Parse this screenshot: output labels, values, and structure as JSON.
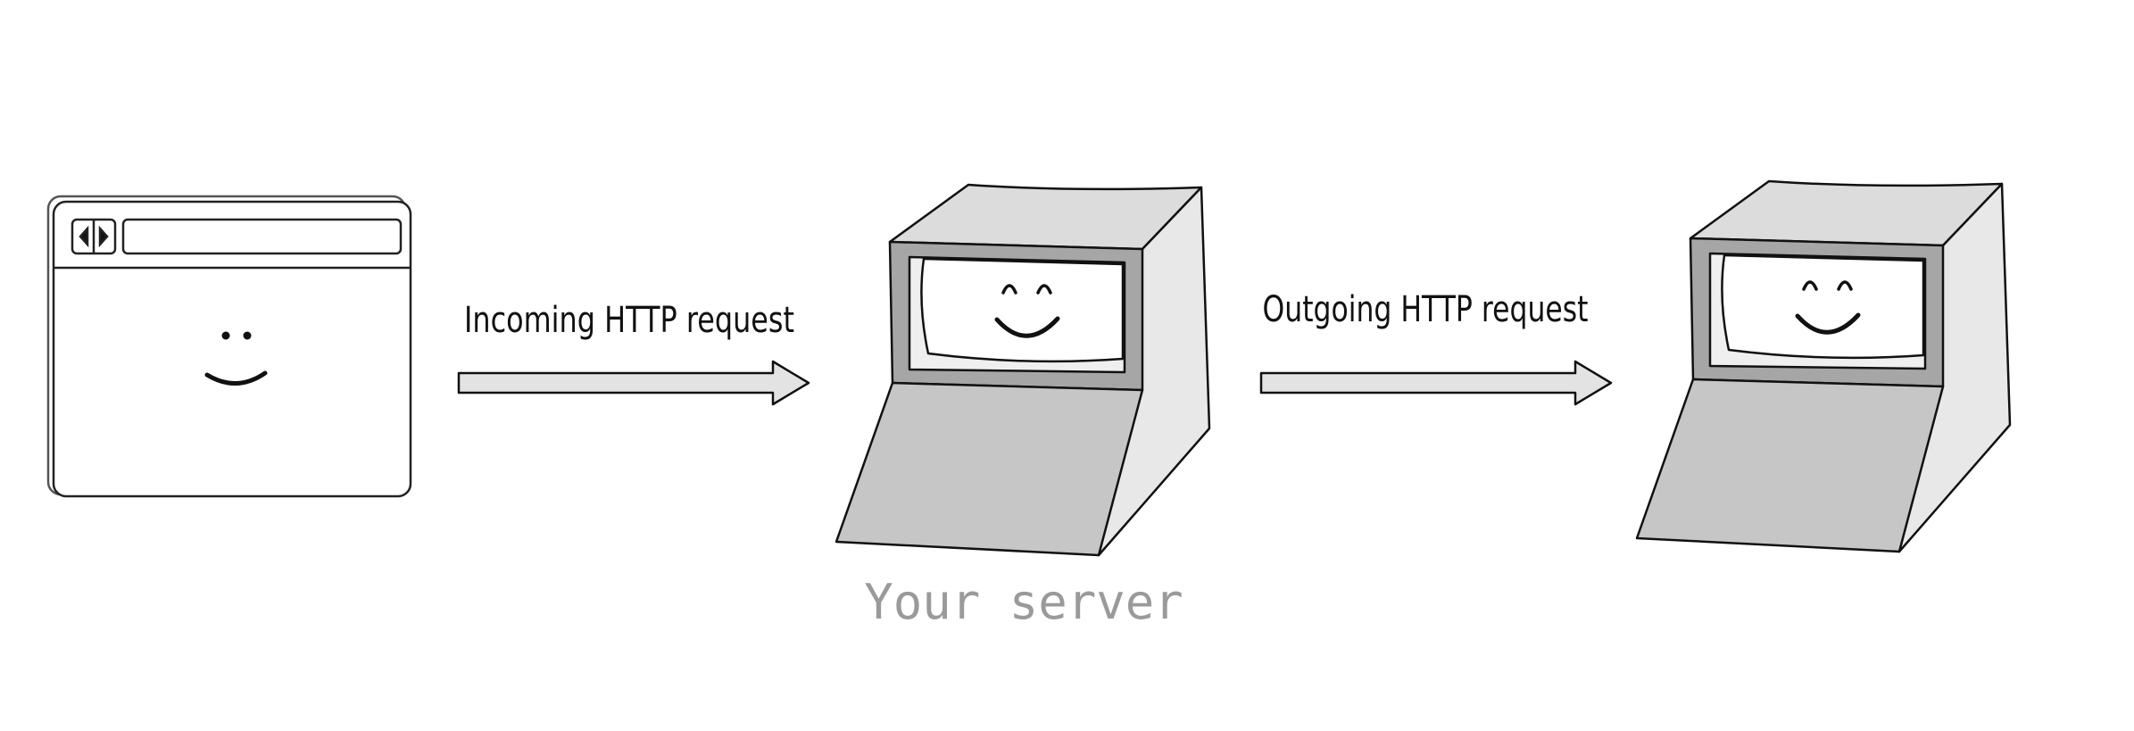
{
  "labels": {
    "incoming": "Incoming HTTP request",
    "outgoing": "Outgoing HTTP request",
    "your_server": "Your server"
  },
  "colors": {
    "stroke": "#111111",
    "arrow_fill": "#e3e3e3",
    "top_face": "#dcdcdc",
    "side_face": "#e8e8e8",
    "bezel": "#a6a6a6",
    "keyboard": "#c6c6c6",
    "server_label": "#9a9a9a"
  },
  "icons": {
    "browser": "browser-window-icon",
    "server": "server-terminal-icon",
    "arrow": "right-arrow-icon"
  }
}
